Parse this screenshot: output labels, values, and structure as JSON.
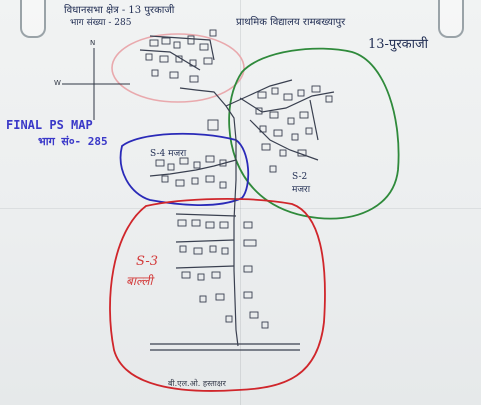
{
  "header": {
    "line1": "विधानसभा क्षेत्र - 13 पुरकाजी",
    "line2": "भाग संख्या - 285",
    "school": "प्राथमिक विद्यालय रामबख्यापुर",
    "constituency": "13-पुरकाजी"
  },
  "notes": {
    "title": "FINAL PS MAP",
    "part": "भाग सं०- 285"
  },
  "sectors": {
    "s4": "S-4 मजरा",
    "s2a": "S-2",
    "s2b": "मजरा",
    "s3a": "S-3",
    "s3b": "बाल्ली"
  },
  "compass": {
    "north": "N",
    "west": "W"
  },
  "signature": "बी.एल.ओ. हस्ताक्षर",
  "colors": {
    "green_sector": "#2f8a3b",
    "blue_sector": "#2a2ab8",
    "red_sector": "#d0262b",
    "pink_sector": "#e9a9ad",
    "ink": "#3a4050"
  }
}
